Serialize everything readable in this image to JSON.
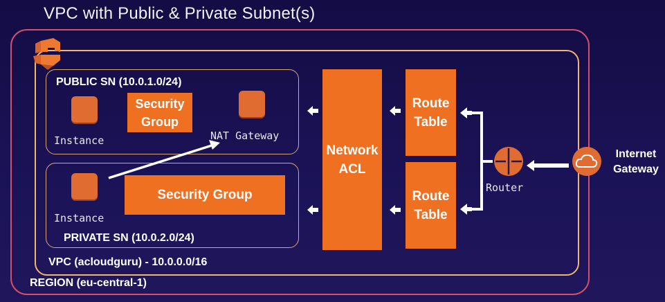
{
  "title": "VPC with Public & Private Subnet(s)",
  "region": {
    "label": "REGION (eu-central-1)"
  },
  "vpc": {
    "label": "VPC (acloudguru) - 10.0.0.0/16",
    "icon": "aws-vpc-logo-icon"
  },
  "public_subnet": {
    "label": "PUBLIC SN (10.0.1.0/24)",
    "instance_label": "Instance",
    "security_group_label": "Security Group",
    "security_group_lines": [
      "Security",
      "Group"
    ],
    "nat_gateway_label": "NAT Gateway"
  },
  "private_subnet": {
    "label": "PRIVATE SN (10.0.2.0/24)",
    "instance_label": "Instance",
    "security_group_label": "Security Group"
  },
  "network_acl": {
    "lines": [
      "Network",
      "ACL"
    ]
  },
  "route_tables": [
    {
      "lines": [
        "Route",
        "Table"
      ]
    },
    {
      "lines": [
        "Route",
        "Table"
      ]
    }
  ],
  "router": {
    "label": "Router",
    "icon": "router-icon"
  },
  "internet_gateway": {
    "lines": [
      "Internet",
      "Gateway"
    ],
    "icon": "cloud-icon"
  },
  "colors": {
    "background": "#1b1357",
    "region_border": "#d2506a",
    "vpc_border": "#f2b66c",
    "component": "#f07022",
    "arrow": "#ffffff"
  }
}
